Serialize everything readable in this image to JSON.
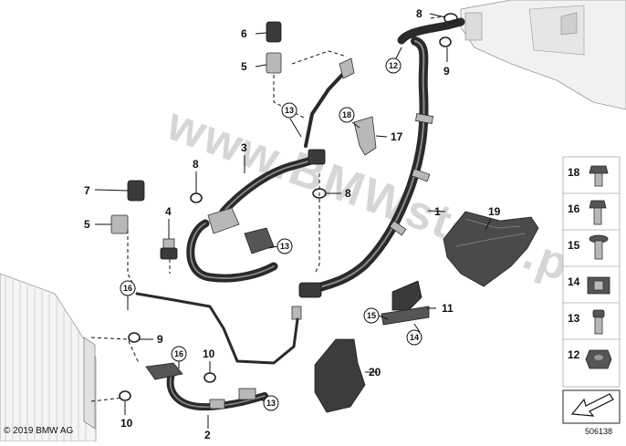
{
  "watermark": "www.BMWstore.pl",
  "copyright": "© 2019 BMW AG",
  "document_number": "506138",
  "callouts": {
    "p1": "1",
    "p2": "2",
    "p3": "3",
    "p4": "4",
    "p5a": "5",
    "p5b": "5",
    "p6": "6",
    "p7": "7",
    "p8a": "8",
    "p8b": "8",
    "p8c": "8",
    "p9a": "9",
    "p9b": "9",
    "p10a": "10",
    "p10b": "10",
    "p11": "11",
    "p12": "12",
    "p13a": "13",
    "p13b": "13",
    "p13c": "13",
    "p14": "14",
    "p15": "15",
    "p16a": "16",
    "p16b": "16",
    "p17": "17",
    "p18": "18",
    "p19": "19",
    "p20": "20"
  },
  "legend": {
    "items": [
      "18",
      "16",
      "15",
      "14",
      "13",
      "12"
    ]
  },
  "icons": {
    "nav_arrow": "arrow-down-left-icon"
  }
}
